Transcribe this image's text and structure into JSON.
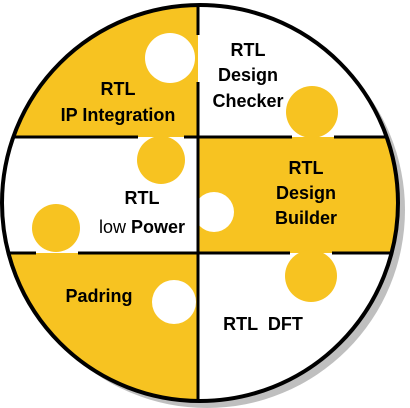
{
  "colors": {
    "yellow": "#F7C321",
    "white": "#FFFFFF",
    "outline": "#000000",
    "shadow": "#8A8A8A"
  },
  "pieces": {
    "ip_integration": {
      "line1": "RTL",
      "line2": "IP Integration",
      "fill": "yellow"
    },
    "design_checker": {
      "line1": "RTL",
      "line2": "Design",
      "line3": "Checker",
      "fill": "white"
    },
    "low_power": {
      "line1": "RTL",
      "line2a": "low",
      "line2b": "Power",
      "fill": "white"
    },
    "design_builder": {
      "line1": "RTL",
      "line2": "Design",
      "line3": "Builder",
      "fill": "yellow"
    },
    "padring": {
      "line1": "Padring",
      "fill": "yellow"
    },
    "dft": {
      "line1": "RTL  DFT",
      "fill": "white"
    }
  }
}
